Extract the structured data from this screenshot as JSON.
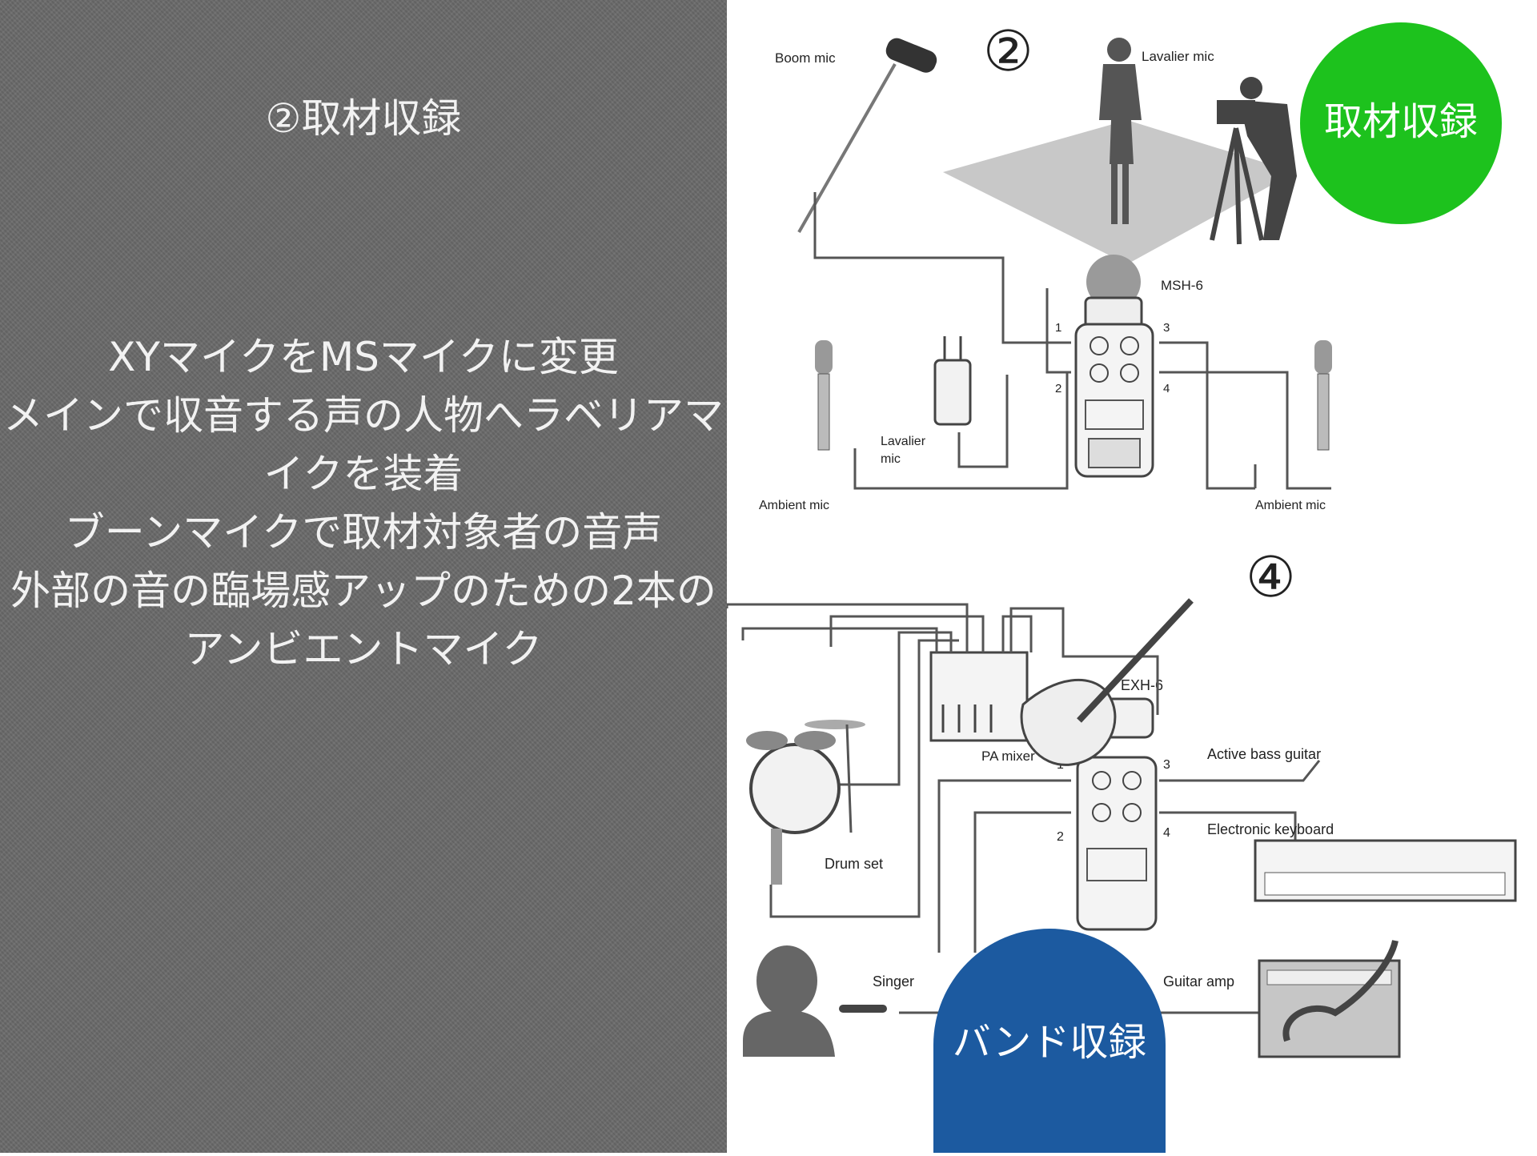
{
  "left_panel": {
    "title": "②取材収録",
    "body_lines": [
      "XYマイクをMSマイクに変更",
      "メインで収音する声の人物へラベリアマ",
      "イクを装着",
      "ブーンマイクで取材対象者の音声",
      "外部の音の臨場感アップのための2本の",
      "アンビエントマイク"
    ]
  },
  "diagram_top": {
    "marker": "②",
    "badge": {
      "label": "取材収録",
      "color": "#1dc21d"
    },
    "labels": {
      "boom_mic": "Boom mic",
      "lavalier_mic_top": "Lavalier mic",
      "msh6": "MSH-6",
      "lavalier_mic_line1": "Lavalier",
      "lavalier_mic_line2": "mic",
      "ambient_left": "Ambient mic",
      "ambient_right": "Ambient mic",
      "input_1": "1",
      "input_2": "2",
      "input_3": "3",
      "input_4": "4"
    }
  },
  "diagram_bottom": {
    "marker": "④",
    "badge": {
      "label": "バンド収録",
      "color": "#1c5aa0"
    },
    "labels": {
      "exh6": "EXH-6",
      "pa_mixer": "PA mixer",
      "active_bass": "Active bass guitar",
      "keyboard": "Electronic keyboard",
      "drum_set": "Drum set",
      "singer": "Singer",
      "guitar_amp": "Guitar amp",
      "input_1": "1",
      "input_2": "2",
      "input_3": "3",
      "input_4": "4"
    }
  }
}
